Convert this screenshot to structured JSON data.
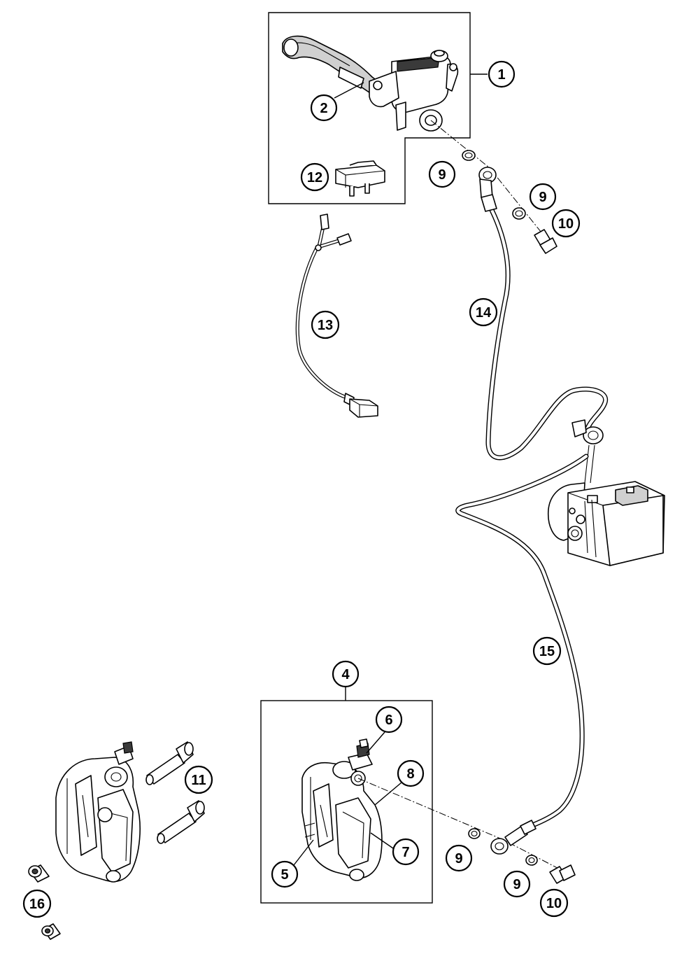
{
  "callouts": [
    {
      "id": "c1",
      "label": "1"
    },
    {
      "id": "c2",
      "label": "2"
    },
    {
      "id": "c4",
      "label": "4"
    },
    {
      "id": "c5",
      "label": "5"
    },
    {
      "id": "c6",
      "label": "6"
    },
    {
      "id": "c7",
      "label": "7"
    },
    {
      "id": "c8",
      "label": "8"
    },
    {
      "id": "c9a",
      "label": "9"
    },
    {
      "id": "c9b",
      "label": "9"
    },
    {
      "id": "c9c",
      "label": "9"
    },
    {
      "id": "c9d",
      "label": "9"
    },
    {
      "id": "c10a",
      "label": "10"
    },
    {
      "id": "c10b",
      "label": "10"
    },
    {
      "id": "c11",
      "label": "11"
    },
    {
      "id": "c12",
      "label": "12"
    },
    {
      "id": "c13",
      "label": "13"
    },
    {
      "id": "c14",
      "label": "14"
    },
    {
      "id": "c15",
      "label": "15"
    },
    {
      "id": "c16",
      "label": "16"
    }
  ]
}
